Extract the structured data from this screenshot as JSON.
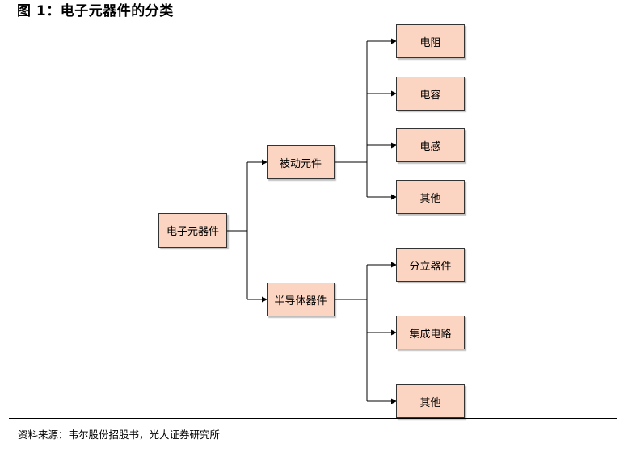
{
  "title": "图 1：电子元器件的分类",
  "source": "资料来源：韦尔股份招股书，光大证券研究所",
  "tree": {
    "root": "电子元器件",
    "branches": [
      {
        "label": "被动元件",
        "children": [
          "电阻",
          "电容",
          "电感",
          "其他"
        ]
      },
      {
        "label": "半导体器件",
        "children": [
          "分立器件",
          "集成电路",
          "其他"
        ]
      }
    ]
  }
}
